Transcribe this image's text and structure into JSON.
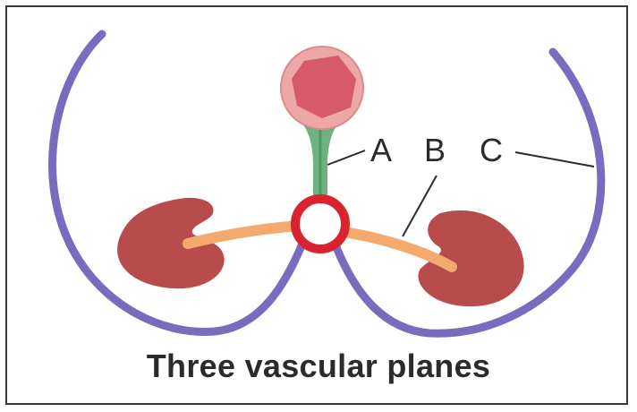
{
  "diagram": {
    "labels": {
      "a": "A",
      "b": "B",
      "c": "C"
    },
    "caption": "Three vascular planes"
  },
  "colors": {
    "peritoneum": "#7a6bbf",
    "kidney": "#b84c4c",
    "renal_vessels": "#f4aa6f",
    "aorta_ring": "#d9242f",
    "mesentery": "#6db27f",
    "bowel_outer": "#eea7a7",
    "bowel_inner": "#d65a68",
    "frame": "#3a3a3a"
  }
}
